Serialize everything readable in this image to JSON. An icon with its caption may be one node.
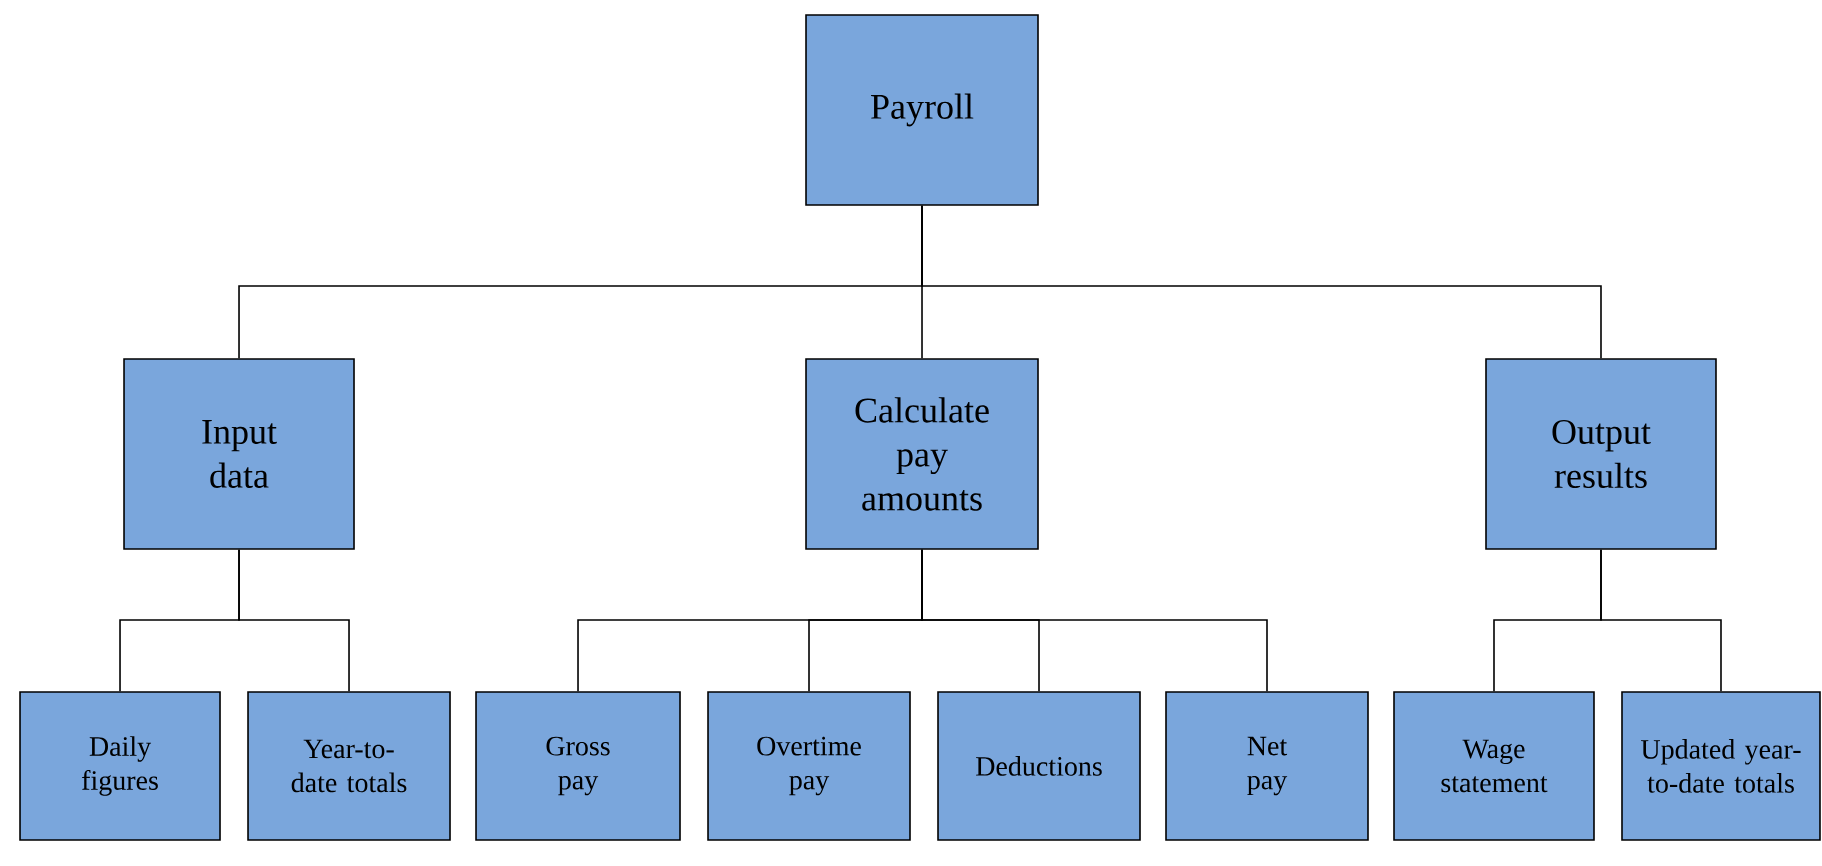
{
  "diagram": {
    "nodes": [
      {
        "text": [
          "Payroll"
        ]
      },
      {
        "text": [
          "Input data"
        ]
      },
      {
        "text": [
          "Calculate pay amounts"
        ]
      },
      {
        "text": [
          "Output results"
        ]
      },
      {
        "text": [
          "Daily figures"
        ]
      },
      {
        "text": [
          "Year-to-date totals"
        ]
      },
      {
        "text": [
          "Gross pay"
        ]
      },
      {
        "text": [
          "Overtime pay"
        ]
      },
      {
        "text": [
          "Deductions"
        ]
      },
      {
        "text": [
          "Net pay"
        ]
      },
      {
        "text": [
          "Wage statement"
        ]
      },
      {
        "text": [
          "Updated year-to-date totals"
        ]
      }
    ],
    "edges": [
      {
        "from": 0,
        "to": 1,
        "arrow": "none"
      },
      {
        "from": 0,
        "to": 2,
        "arrow": "none"
      },
      {
        "from": 0,
        "to": 3,
        "arrow": "none"
      },
      {
        "from": 1,
        "to": 4,
        "arrow": "none"
      },
      {
        "from": 1,
        "to": 5,
        "arrow": "none"
      },
      {
        "from": 2,
        "to": 6,
        "arrow": "none"
      },
      {
        "from": 2,
        "to": 7,
        "arrow": "none"
      },
      {
        "from": 2,
        "to": 8,
        "arrow": "none"
      },
      {
        "from": 2,
        "to": 9,
        "arrow": "none"
      },
      {
        "from": 3,
        "to": 10,
        "arrow": "none"
      },
      {
        "from": 3,
        "to": 11,
        "arrow": "none"
      }
    ]
  }
}
